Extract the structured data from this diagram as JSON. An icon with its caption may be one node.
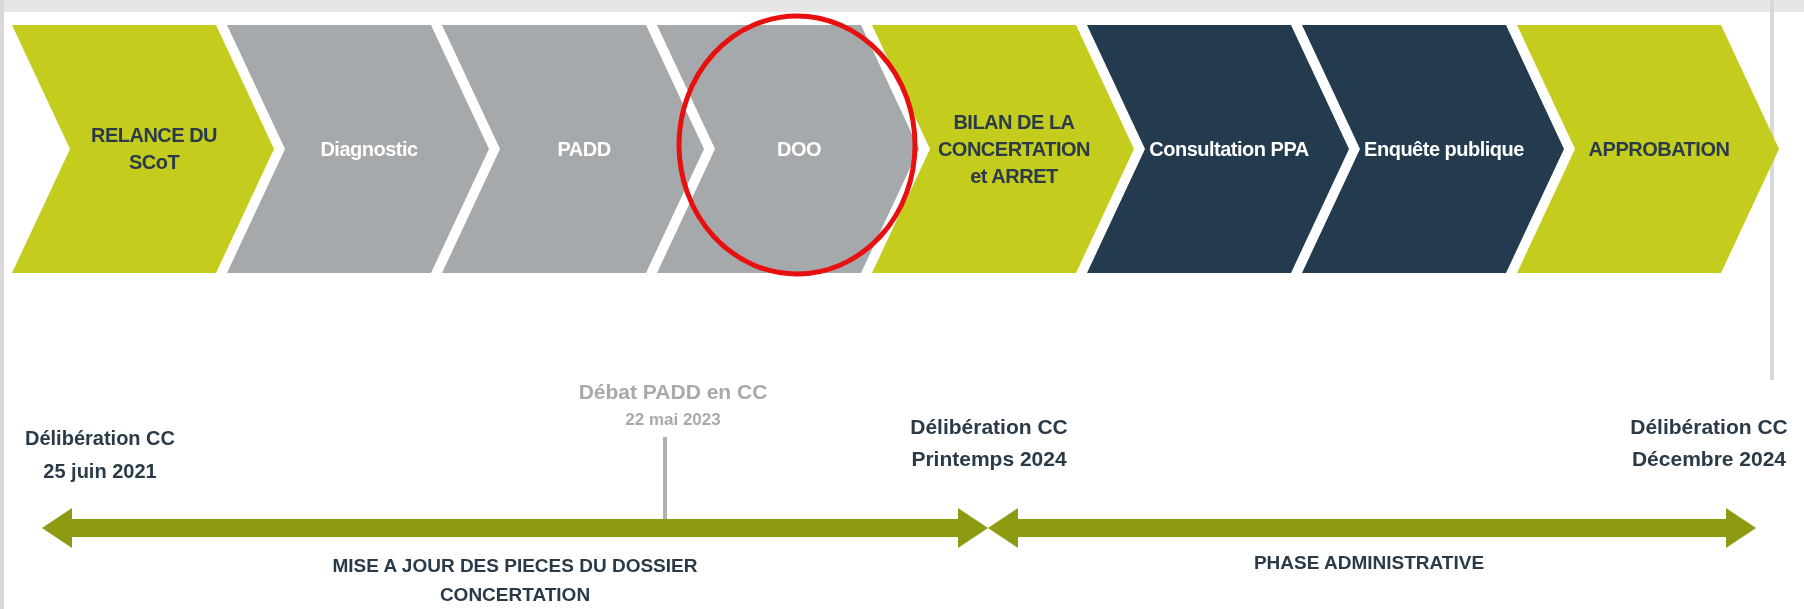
{
  "diagram": {
    "nodes": [
      {
        "text": [
          "RELANCE DU SCoT"
        ]
      },
      {
        "text": [
          "Diagnostic"
        ]
      },
      {
        "text": [
          "PADD"
        ]
      },
      {
        "text": [
          "DOO"
        ]
      },
      {
        "text": [
          "BILAN DE LA CONCERTATION et ARRET"
        ]
      },
      {
        "text": [
          "Consultation PPA"
        ]
      },
      {
        "text": [
          "Enquête publique"
        ]
      },
      {
        "text": [
          "APPROBATION"
        ]
      }
    ],
    "edges": [],
    "labels": [
      "Débat PADD en CC",
      "22 mai 2023",
      "Délibération CC",
      "25 juin 2021",
      "Délibération CC",
      "Printemps 2024",
      "Délibération CC",
      "Décembre 2024",
      "MISE A JOUR DES PIECES DU DOSSIER CONCERTATION",
      "PHASE ADMINISTRATIVE"
    ]
  }
}
